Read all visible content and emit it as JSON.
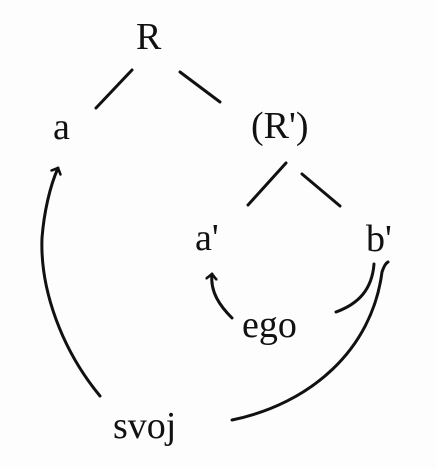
{
  "nodes": {
    "root": "R",
    "left_a": "a",
    "right_r_prime": "(R')",
    "a_prime": "a'",
    "b_prime": "b'",
    "ego": "ego",
    "svoj": "svoj"
  }
}
